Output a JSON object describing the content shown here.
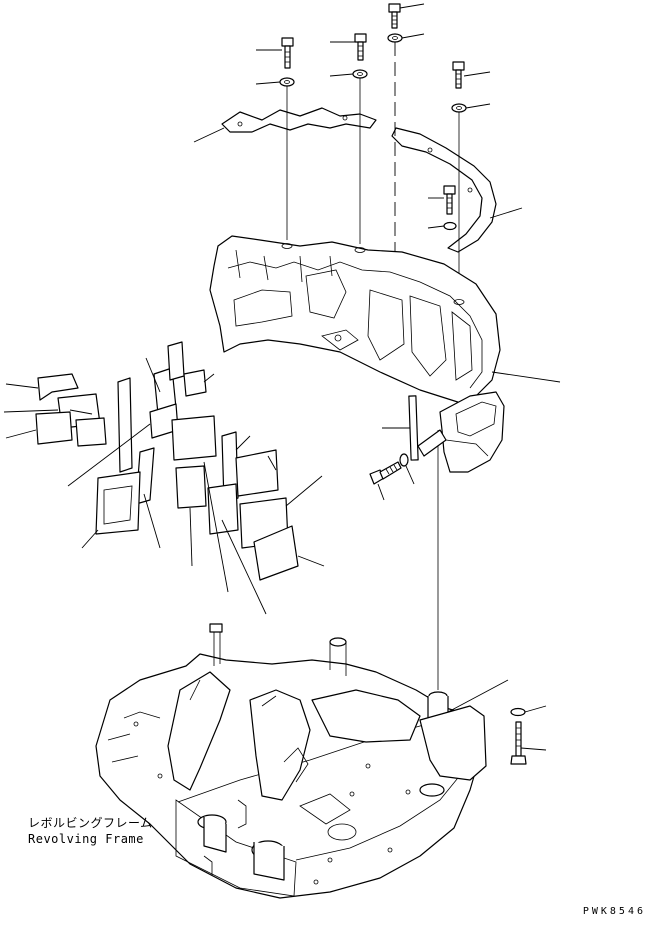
{
  "labels": {
    "frame_name_jp": "レボルビングフレーム",
    "frame_name_en": "Revolving Frame",
    "drawing_code": "PWK8546"
  },
  "colors": {
    "ink": "#000000",
    "paper": "#ffffff"
  }
}
